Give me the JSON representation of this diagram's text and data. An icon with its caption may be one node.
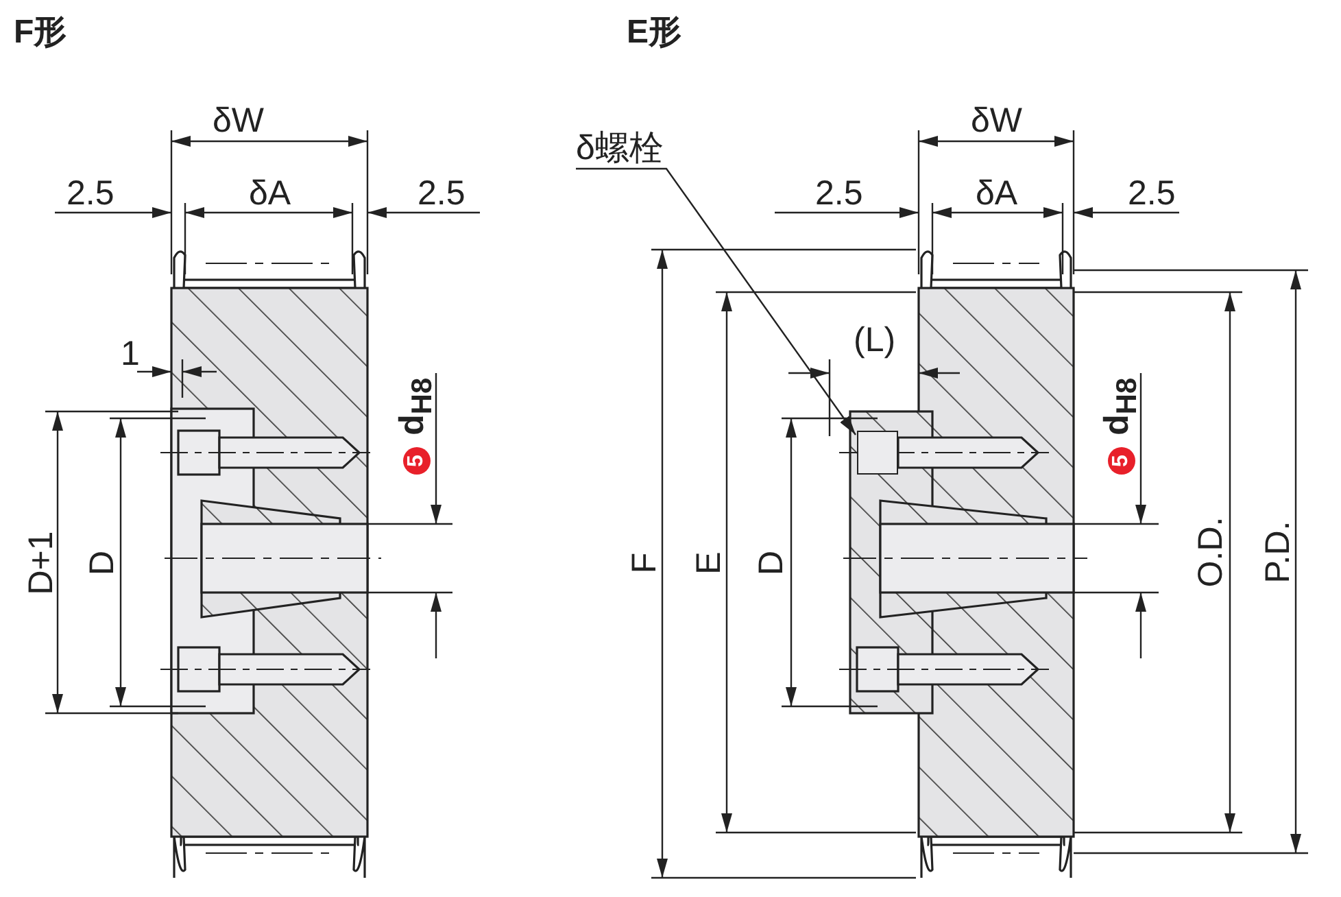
{
  "diagram": {
    "nodes": [
      {
        "text": [
          "δ螺栓"
        ]
      },
      {
        "text": [],
        "shape": "box"
      }
    ],
    "edges": [
      {
        "from": 0,
        "to": 1,
        "arrow": "to"
      }
    ],
    "labels": [
      "F形",
      "δW",
      "2.5",
      "δA",
      "2.5",
      "1",
      "D+1",
      "D",
      "5",
      "d$_{H8}$",
      "E形",
      "δW",
      "2.5",
      "δA",
      "2.5",
      "(L)",
      "F",
      "E",
      "D",
      "5",
      "d$_{H8}$",
      "O.D.",
      "P.D."
    ]
  }
}
